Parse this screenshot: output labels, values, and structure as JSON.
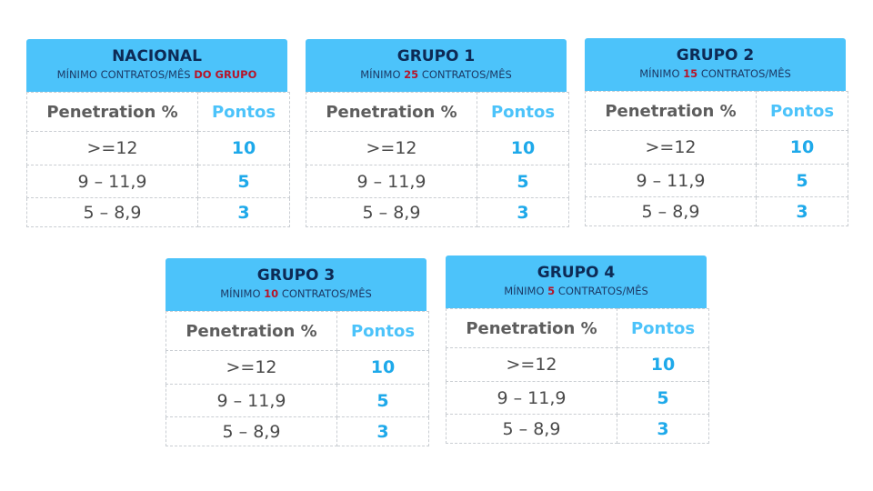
{
  "headers": {
    "penetration": "Penetration %",
    "pontos": "Pontos"
  },
  "cards": [
    {
      "title": "NACIONAL",
      "sub_pre": "MÍNIMO CONTRATOS/MÊS ",
      "sub_hl": "DO GRUPO",
      "sub_post": "",
      "rows": [
        {
          "range": ">=12",
          "points": "10"
        },
        {
          "range": "9 – 11,9",
          "points": "5"
        },
        {
          "range": "5 – 8,9",
          "points": "3"
        }
      ]
    },
    {
      "title": "GRUPO 1",
      "sub_pre": "MÍNIMO ",
      "sub_hl": "25",
      "sub_post": " CONTRATOS/MÊS",
      "rows": [
        {
          "range": ">=12",
          "points": "10"
        },
        {
          "range": "9 – 11,9",
          "points": "5"
        },
        {
          "range": "5 – 8,9",
          "points": "3"
        }
      ]
    },
    {
      "title": "GRUPO 2",
      "sub_pre": "MÍNIMO ",
      "sub_hl": "15",
      "sub_post": " CONTRATOS/MÊS",
      "rows": [
        {
          "range": ">=12",
          "points": "10"
        },
        {
          "range": "9 – 11,9",
          "points": "5"
        },
        {
          "range": "5 – 8,9",
          "points": "3"
        }
      ]
    },
    {
      "title": "GRUPO 3",
      "sub_pre": "MÍNIMO ",
      "sub_hl": "10",
      "sub_post": " CONTRATOS/MÊS",
      "rows": [
        {
          "range": ">=12",
          "points": "10"
        },
        {
          "range": "9 – 11,9",
          "points": "5"
        },
        {
          "range": "5 – 8,9",
          "points": "3"
        }
      ]
    },
    {
      "title": "GRUPO 4",
      "sub_pre": "MÍNIMO ",
      "sub_hl": "5",
      "sub_post": " CONTRATOS/MÊS",
      "rows": [
        {
          "range": ">=12",
          "points": "10"
        },
        {
          "range": "9 – 11,9",
          "points": "5"
        },
        {
          "range": "5 – 8,9",
          "points": "3"
        }
      ]
    }
  ]
}
